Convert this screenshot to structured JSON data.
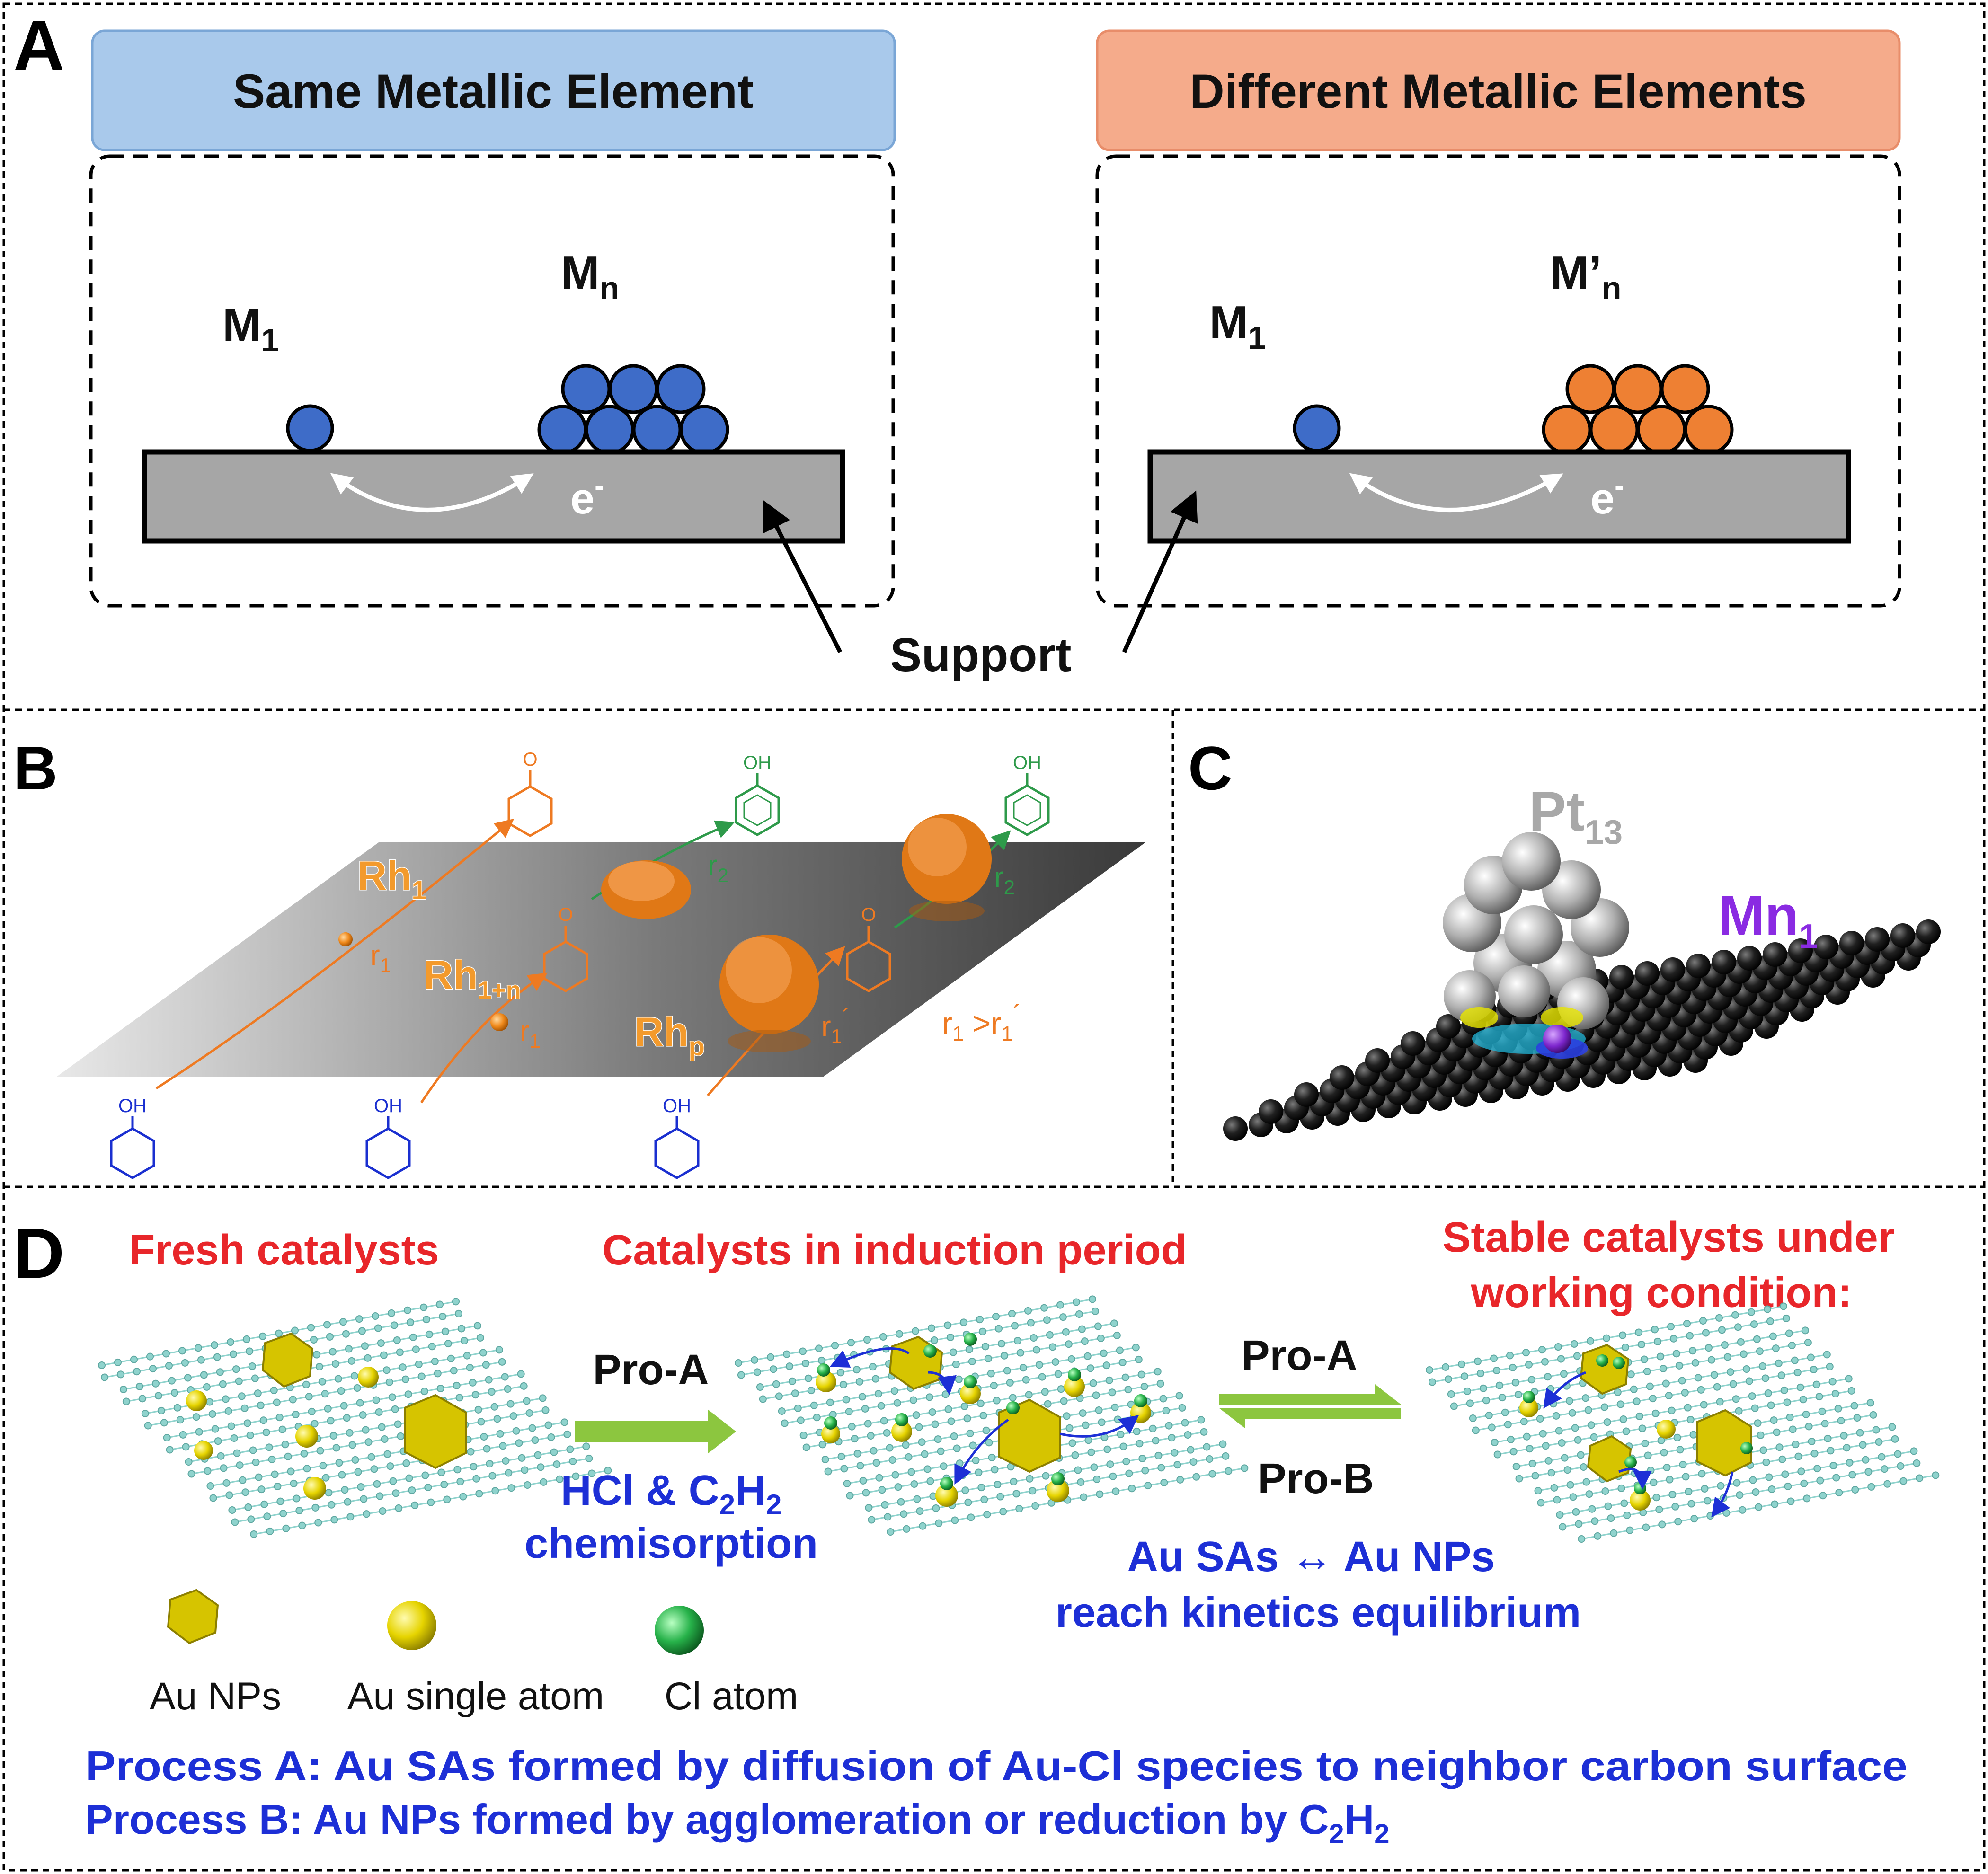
{
  "panels": {
    "A": {
      "letter": "A",
      "left_header": "Same Metallic Element",
      "right_header": "Different Metallic Elements",
      "left_single_label": "M",
      "left_single_sub": "1",
      "left_cluster_label": "M",
      "left_cluster_sub": "n",
      "right_single_label": "M",
      "right_single_sub": "1",
      "right_cluster_label": "M’",
      "right_cluster_sub": "n",
      "electron": "e",
      "electron_sup": "-",
      "support_label": "Support",
      "colors": {
        "left_header_fill": "#a7c7e7",
        "right_header_fill": "#f4a98a",
        "same_metal": "#3e6cc8",
        "different_metal": "#ee8033",
        "support": "#a6a6a6"
      }
    },
    "B": {
      "letter": "B",
      "rh1": "Rh",
      "rh1_sub": "1",
      "rh1n": "Rh",
      "rh1n_sub": "1+n",
      "rhp": "Rh",
      "rhp_sub": "p",
      "r1": "r",
      "r1_sub": "1",
      "r1p": "r",
      "r1p_sub": "1",
      "r1p_prime": "´",
      "r2": "r",
      "r2_sub": "2",
      "relation_prefix": "r",
      "relation_sub1": "1",
      "relation_mid": " >r",
      "relation_sub2": "1",
      "relation_prime": "´",
      "oh_label": "OH",
      "o_label": "O",
      "colors": {
        "orange": "#ee7a22",
        "green": "#2e9a4a",
        "blue": "#1a2fd0"
      }
    },
    "C": {
      "letter": "C",
      "pt_label": "Pt",
      "pt_sub": "13",
      "mn_label": "Mn",
      "mn_sub": "1",
      "colors": {
        "pt": "#a8a8a8",
        "mn": "#8a2be2"
      }
    },
    "D": {
      "letter": "D",
      "fresh": "Fresh catalysts",
      "induction": "Catalysts in induction period",
      "stable_line1": "Stable catalysts under",
      "stable_line2": "working condition:",
      "proA_1": "Pro-A",
      "proA_2": "Pro-A",
      "proB": "Pro-B",
      "hcl_line1_a": "HCl & C",
      "hcl_line1_sub1": "2",
      "hcl_line1_b": "H",
      "hcl_line1_sub2": "2",
      "hcl_line2": "chemisorption",
      "eq_line1": "Au SAs ↔ Au NPs",
      "eq_line2": "reach kinetics equilibrium",
      "legend": [
        "Au NPs",
        "Au single atom",
        "Cl atom"
      ],
      "processA": "Process A:  Au SAs formed by diffusion of Au-Cl species to neighbor carbon surface",
      "processB_main": "Process B:  Au NPs formed by agglomeration or reduction by C",
      "processB_sub": "2",
      "processB_end": "H",
      "processB_sub2": "2",
      "colors": {
        "red": "#e8262a",
        "blue": "#1d2fd6",
        "arrow_green": "#8cc63f",
        "lattice": "#8fd3cd",
        "gold": "#d6c400",
        "cl": "#27b24a"
      }
    }
  }
}
